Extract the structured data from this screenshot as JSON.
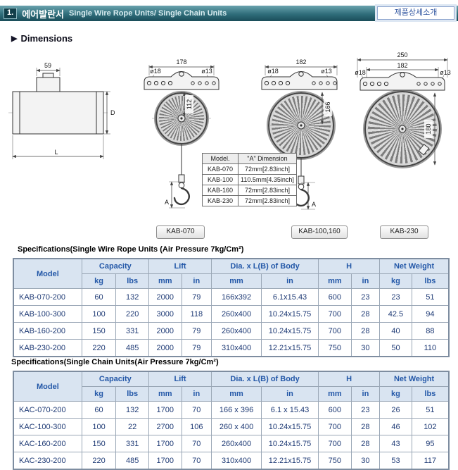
{
  "header": {
    "number": "1.",
    "title_ko": "에어발란서",
    "title_en": "Single Wire Rope Units/ Single Chain Units",
    "detail_button": "제품상세소개"
  },
  "icons": {
    "bullet": "▶"
  },
  "dimensions_heading": "Dimensions",
  "drawings": {
    "side_view": {
      "dim_top": "59",
      "dim_d": "D",
      "dim_l": "L"
    },
    "kab070": {
      "dim_width": "178",
      "hole_left": "ø18",
      "hole_right": "ø13",
      "dim_height": "112",
      "dim_a": "A",
      "caption": "KAB-070"
    },
    "kab100_160": {
      "dim_width": "182",
      "hole_left": "ø18",
      "hole_right": "ø13",
      "dim_height": "166",
      "dim_a": "A",
      "caption": "KAB-100,160"
    },
    "kab230": {
      "dim_width_outer": "250",
      "dim_width_inner": "182",
      "hole_left": "ø18",
      "hole_right": "ø13",
      "dim_height": "180",
      "caption": "KAB-230"
    }
  },
  "a_dimension_table": {
    "headers": [
      "Model.",
      "\"A\" Dimension"
    ],
    "rows": [
      [
        "KAB-070",
        "72mm[2.83inch]"
      ],
      [
        "KAB-100",
        "110.5mm[4.35inch]"
      ],
      [
        "KAB-160",
        "72mm[2.83inch]"
      ],
      [
        "KAB-230",
        "72mm[2.83inch]"
      ]
    ]
  },
  "table_headers": {
    "model": "Model",
    "groups": [
      "Capacity",
      "Lift",
      "Dia. x L(B) of Body",
      "H",
      "Net Weight"
    ],
    "subs": [
      "kg",
      "lbs",
      "mm",
      "in",
      "mm",
      "in",
      "mm",
      "in",
      "kg",
      "lbs"
    ]
  },
  "wire_rope_spec": {
    "title": "Specifications(Single Wire Rope Units (Air Pressure 7kg/Cm²)",
    "rows": [
      [
        "KAB-070-200",
        "60",
        "132",
        "2000",
        "79",
        "166x392",
        "6.1x15.43",
        "600",
        "23",
        "23",
        "51"
      ],
      [
        "KAB-100-300",
        "100",
        "220",
        "3000",
        "118",
        "260x400",
        "10.24x15.75",
        "700",
        "28",
        "42.5",
        "94"
      ],
      [
        "KAB-160-200",
        "150",
        "331",
        "2000",
        "79",
        "260x400",
        "10.24x15.75",
        "700",
        "28",
        "40",
        "88"
      ],
      [
        "KAB-230-200",
        "220",
        "485",
        "2000",
        "79",
        "310x400",
        "12.21x15.75",
        "750",
        "30",
        "50",
        "110"
      ]
    ]
  },
  "chain_spec": {
    "title": "Specifications(Single Chain Units(Air Pressure 7kg/Cm²)",
    "rows": [
      [
        "KAC-070-200",
        "60",
        "132",
        "1700",
        "70",
        "166 x 396",
        "6.1 x 15.43",
        "600",
        "23",
        "26",
        "51"
      ],
      [
        "KAC-100-300",
        "100",
        "22",
        "2700",
        "106",
        "260 x 400",
        "10.24x15.75",
        "700",
        "28",
        "46",
        "102"
      ],
      [
        "KAC-160-200",
        "150",
        "331",
        "1700",
        "70",
        "260x400",
        "10.24x15.75",
        "700",
        "28",
        "43",
        "95"
      ],
      [
        "KAC-230-200",
        "220",
        "485",
        "1700",
        "70",
        "310x400",
        "12.21x15.75",
        "750",
        "30",
        "53",
        "117"
      ]
    ]
  }
}
